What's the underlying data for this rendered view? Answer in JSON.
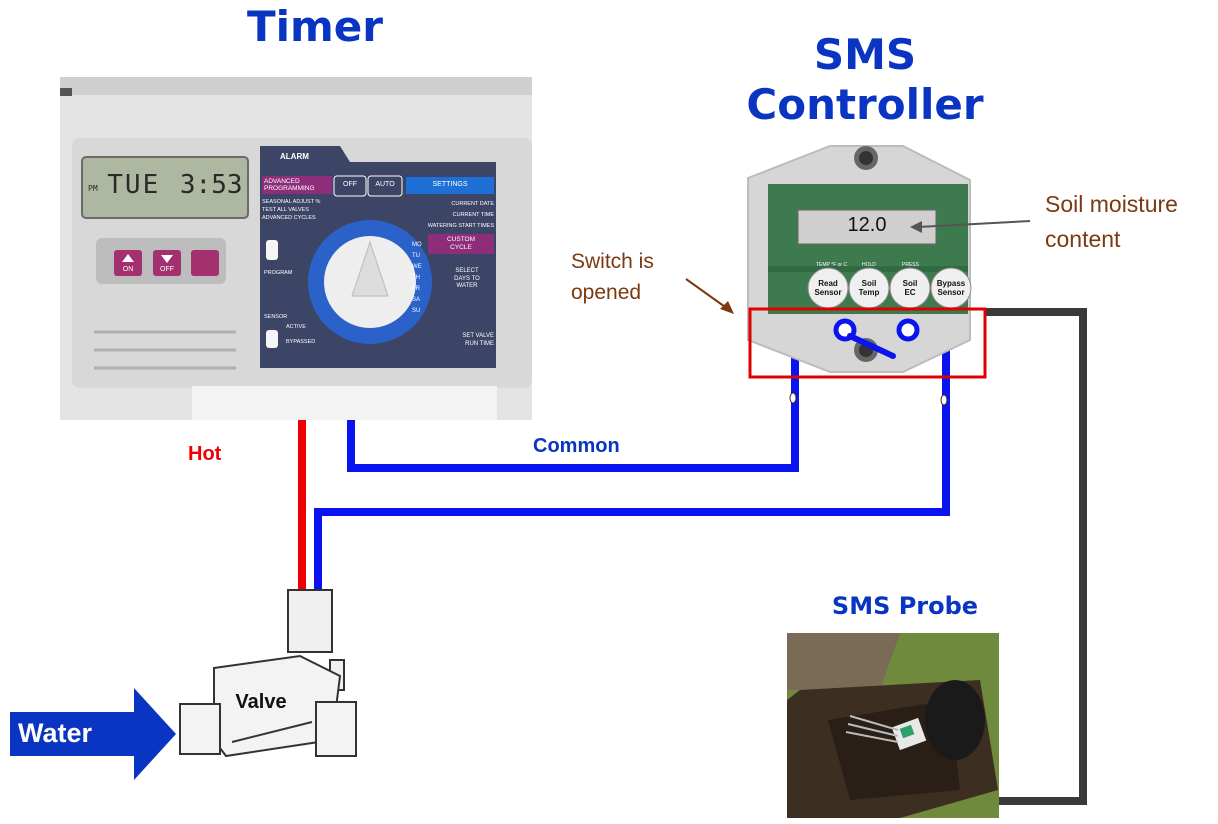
{
  "titles": {
    "timer": "Timer",
    "sms_controller_line1": "SMS",
    "sms_controller_line2": "Controller",
    "sms_probe": "SMS Probe"
  },
  "wire_labels": {
    "hot": "Hot",
    "common": "Common"
  },
  "annotations": {
    "switch_line1": "Switch is",
    "switch_line2": "opened",
    "soil_line1": "Soil moisture",
    "soil_line2": "content"
  },
  "timer_panel": {
    "lcd_prefix": "PM",
    "lcd_day": "TUE",
    "lcd_time": "3:53",
    "alarm": "ALARM",
    "advanced_programming_1": "ADVANCED",
    "advanced_programming_2": "PROGRAMMING",
    "off": "OFF",
    "auto": "AUTO",
    "settings": "SETTINGS",
    "seasonal_adjust": "SEASONAL ADJUST %",
    "test_all_valves": "TEST ALL VALVES",
    "advanced_cycles": "ADVANCED CYCLES",
    "current_date": "CURRENT DATE",
    "current_time": "CURRENT TIME",
    "watering_start_times": "WATERING START TIMES",
    "custom_cycle_1": "CUSTOM",
    "custom_cycle_2": "CYCLE",
    "select_days_1": "SELECT",
    "select_days_2": "DAYS TO",
    "select_days_3": "WATER",
    "set_valve_1": "SET VALVE",
    "set_valve_2": "RUN TIME",
    "program": "PROGRAM",
    "sensor": "SENSOR",
    "active": "ACTIVE",
    "bypassed": "BYPASSED",
    "btn_on": "ON",
    "btn_off": "OFF",
    "days": [
      "MO",
      "TU",
      "WE",
      "TH",
      "FR",
      "SA",
      "SU"
    ]
  },
  "controller_panel": {
    "display_value": "12.0",
    "label_temp": "TEMP °F or C",
    "label_hold": "HOLD",
    "label_press": "PRESS",
    "buttons": [
      {
        "line1": "Read",
        "line2": "Sensor"
      },
      {
        "line1": "Soil",
        "line2": "Temp"
      },
      {
        "line1": "Soil",
        "line2": "EC"
      },
      {
        "line1": "Bypass",
        "line2": "Sensor"
      }
    ]
  },
  "valve": {
    "label": "Valve"
  },
  "water_arrow": {
    "label": "Water"
  },
  "colors": {
    "title_blue": "#0a35c2",
    "hot_wire": "#f00000",
    "common_wire": "#0a14f0",
    "probe_cable": "#3a3a3a",
    "annotation_brown": "#7a3a10",
    "switch_box": "#e00000"
  }
}
